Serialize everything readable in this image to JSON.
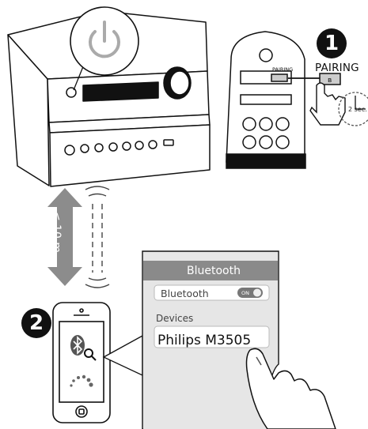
{
  "steps": {
    "one": "1",
    "two": "2"
  },
  "remote": {
    "pairing_label": "PAIRING",
    "pairing_small": "PAIRING",
    "hold_time": "2 sec."
  },
  "range": {
    "distance": "≤ 10 m"
  },
  "settings": {
    "title": "Bluetooth",
    "bluetooth_row": "Bluetooth",
    "toggle_state": "ON",
    "section_header": "Devices",
    "device_name": "Philips M3505"
  },
  "icons": [
    "power-icon",
    "bluetooth-icon",
    "search-icon",
    "hand-icon",
    "timer-icon",
    "spinner-icon",
    "wireless-wave-icon"
  ],
  "colors": {
    "ink": "#111111",
    "panel_gray": "#e6e6e6",
    "header_gray": "#8a8a8a",
    "arrow_gray": "#8c8c8c"
  }
}
